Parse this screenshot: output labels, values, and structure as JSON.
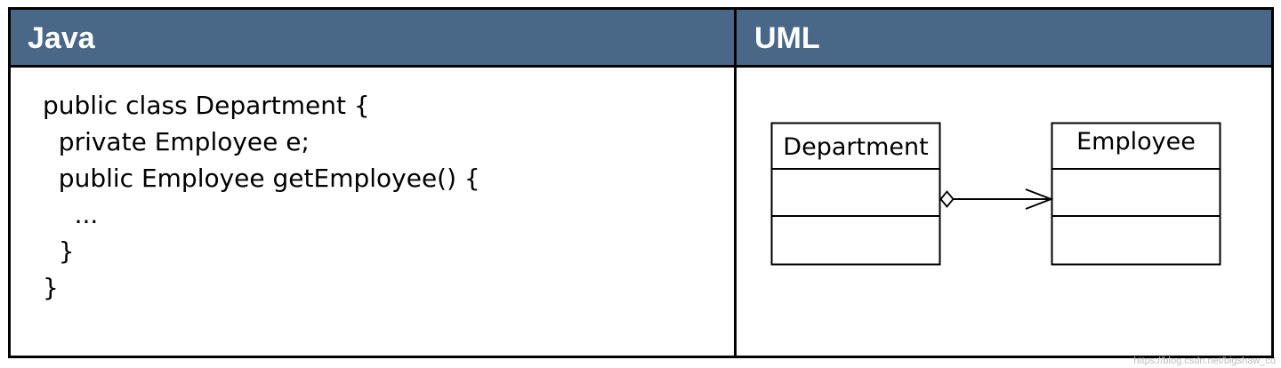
{
  "headers": {
    "left": "Java",
    "right": "UML"
  },
  "java_code": {
    "lines": [
      "public class Department {",
      "  private Employee e;",
      "  public Employee getEmployee() {",
      "    ...",
      "  }",
      "}"
    ]
  },
  "uml": {
    "classes": [
      {
        "name": "Department"
      },
      {
        "name": "Employee"
      }
    ],
    "relationship": {
      "type": "aggregation",
      "from": "Department",
      "to": "Employee",
      "navigable": true
    }
  },
  "colors": {
    "header_bg": "#496786",
    "header_text": "#ffffff",
    "border": "#000000"
  },
  "watermark": "https://blog.csdn.net/bigshaw_cd"
}
